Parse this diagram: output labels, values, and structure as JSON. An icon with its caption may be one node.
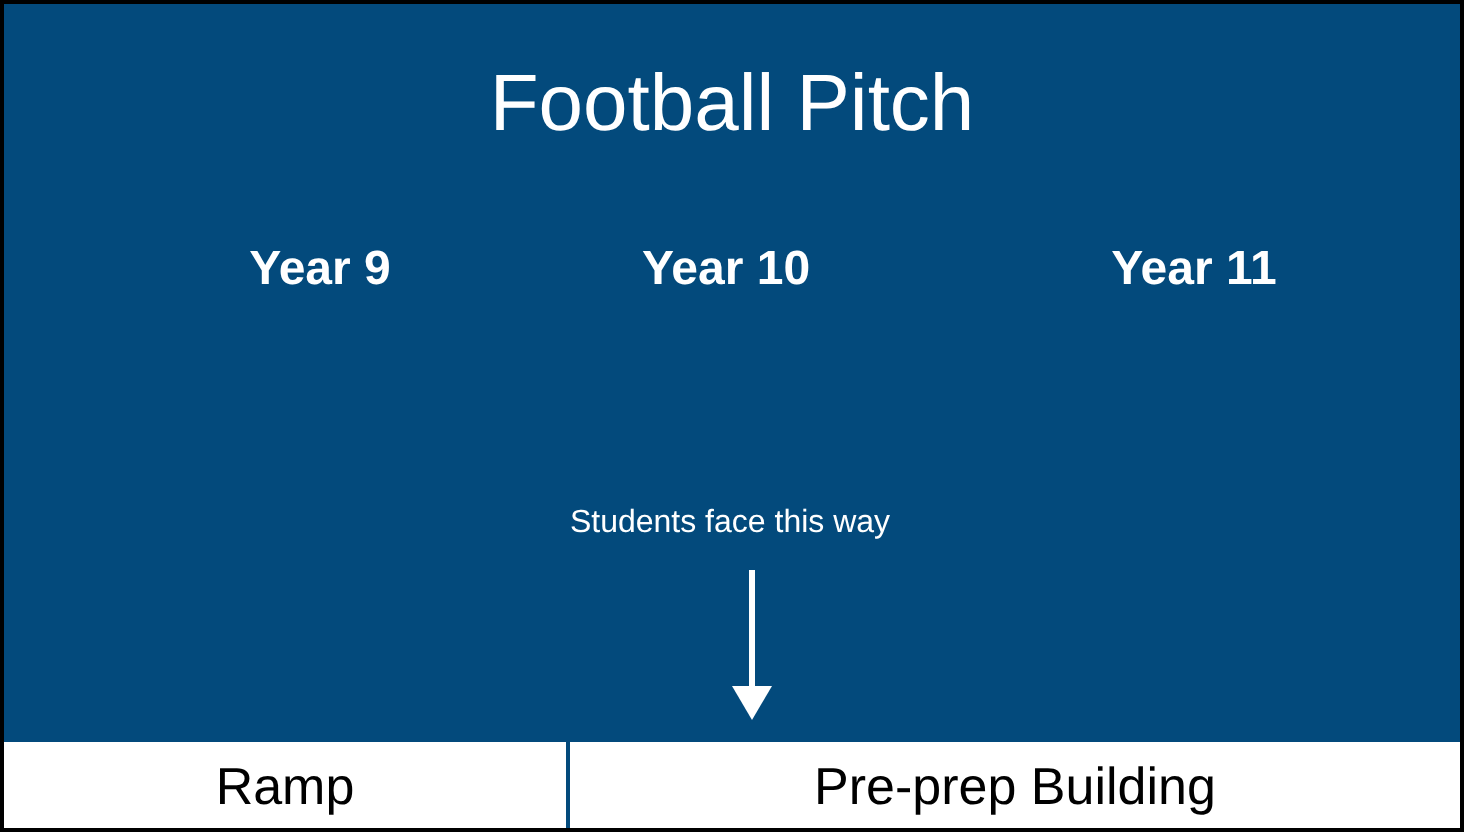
{
  "diagram": {
    "nodes": [
      {
        "text": [
          "Football Pitch"
        ]
      },
      {
        "text": [
          "Ramp"
        ]
      },
      {
        "text": [
          "Pre-prep Building"
        ]
      }
    ],
    "labels": [
      "Year 9",
      "Year 10",
      "Year 11",
      "Students face this way"
    ]
  }
}
